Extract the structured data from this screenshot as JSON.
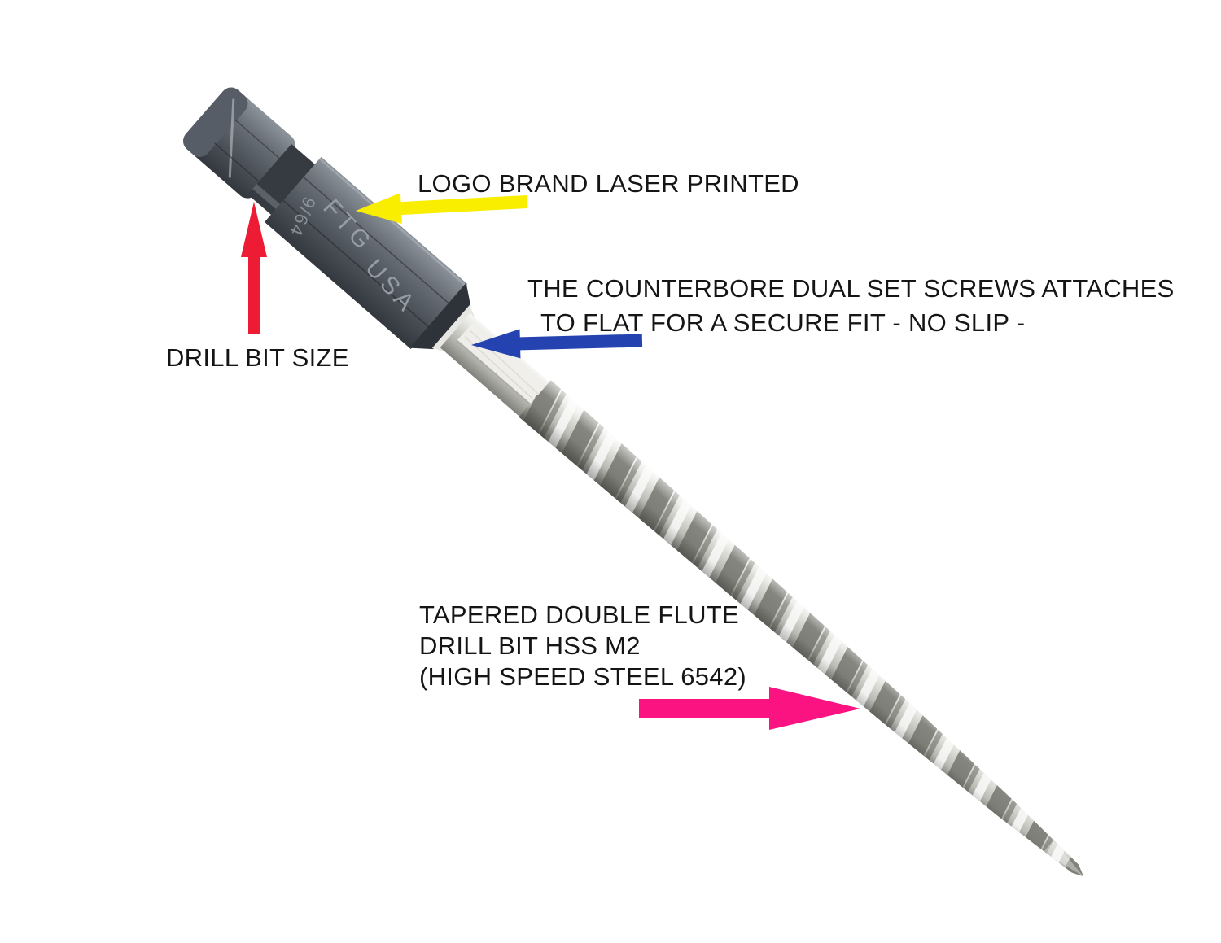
{
  "bit": {
    "engraving": {
      "brand_top": "FTG",
      "brand_bottom": "USA",
      "size": "9/64"
    }
  },
  "annotations": {
    "logo": {
      "label": "LOGO BRAND LASER PRINTED",
      "arrow_color": "#f9ed00",
      "arrow_direction": "left"
    },
    "counterbore": {
      "line1": "THE COUNTERBORE DUAL SET SCREWS ATTACHES",
      "line2": "TO FLAT FOR A SECURE FIT - NO SLIP -",
      "arrow_color": "#2543b0",
      "arrow_direction": "left"
    },
    "size": {
      "label": "DRILL BIT SIZE",
      "arrow_color": "#ee1b35",
      "arrow_direction": "up"
    },
    "flute": {
      "line1": "TAPERED DOUBLE FLUTE",
      "line2": "DRILL BIT HSS M2",
      "line3": "(HIGH SPEED STEEL 6542)",
      "arrow_color": "#fb1481",
      "arrow_direction": "right"
    }
  }
}
